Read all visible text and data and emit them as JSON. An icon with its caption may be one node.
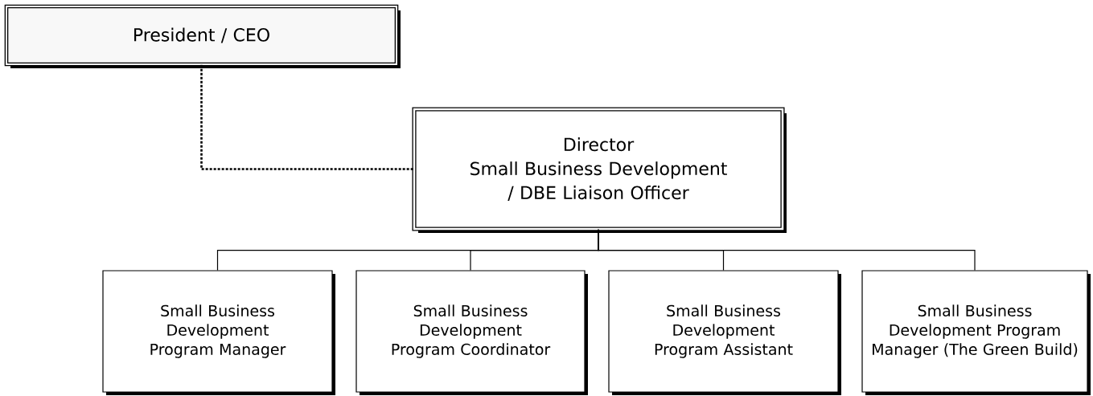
{
  "diagram": {
    "nodes": [
      {
        "text": [
          "President / CEO"
        ]
      },
      {
        "text": [
          "Director",
          "Small Business Development / DBE Liaison Officer"
        ]
      },
      {
        "text": [
          "Small Business Development Program Manager"
        ]
      },
      {
        "text": [
          "Small Business Development Program Coordinator"
        ]
      },
      {
        "text": [
          "Small Business Development Program Assistant"
        ]
      },
      {
        "text": [
          "Small Business Development Program Manager (The Green Build)"
        ]
      }
    ],
    "edges": [
      {
        "from": 0,
        "to": 1,
        "arrow": "none",
        "style": "dashed"
      },
      {
        "from": 1,
        "to": 2,
        "arrow": "none"
      },
      {
        "from": 1,
        "to": 3,
        "arrow": "none"
      },
      {
        "from": 1,
        "to": 4,
        "arrow": "none"
      },
      {
        "from": 1,
        "to": 5,
        "arrow": "none"
      }
    ]
  }
}
